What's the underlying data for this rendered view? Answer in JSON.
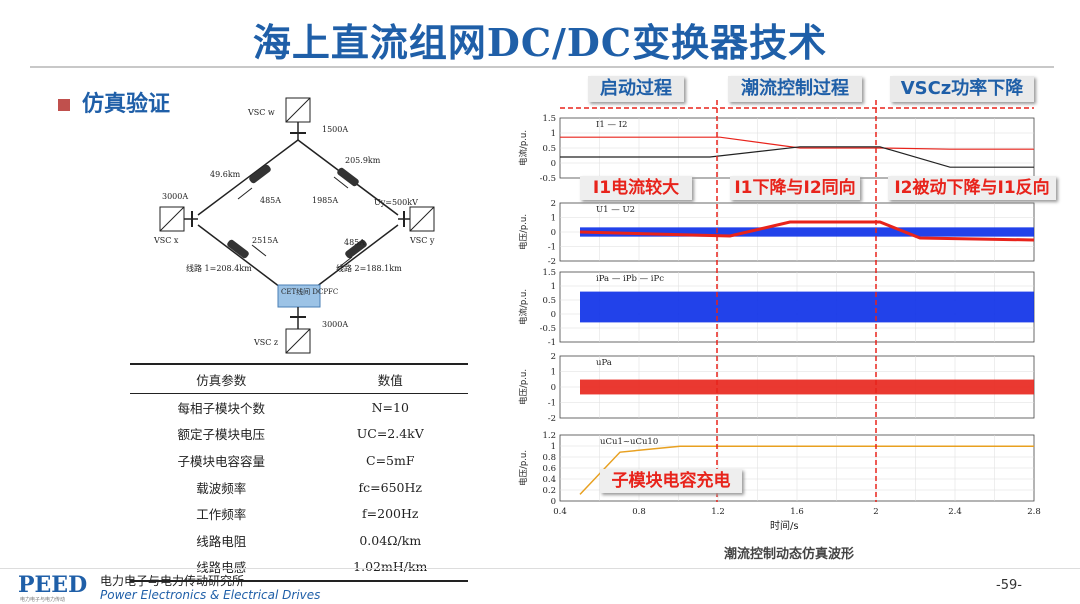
{
  "slide": {
    "title": "海上直流组网DC/DC变换器技术",
    "section": "仿真验证",
    "page_number": "-59-"
  },
  "circuit": {
    "vsc_w": "VSC w",
    "vsc_x": "VSC x",
    "vsc_y": "VSC y",
    "vsc_z": "VSC z",
    "i_w": "1500A",
    "i_x": "3000A",
    "i_z": "3000A",
    "dist_wx": "49.6km",
    "dist_wy": "205.9km",
    "cur_wx": "485A",
    "cur_wy": "1985A",
    "cur_xz": "2515A",
    "cur_yz": "485A",
    "volt_y": "Uy=500kV",
    "line1": "线路 1=208.4km",
    "line2": "线路 2=188.1km",
    "converter": "CET线间 DCPFC"
  },
  "params": {
    "headers": [
      "仿真参数",
      "数值"
    ],
    "rows": [
      [
        "每相子模块个数",
        "N=10"
      ],
      [
        "额定子模块电压",
        "UC=2.4kV"
      ],
      [
        "子模块电容容量",
        "C=5mF"
      ],
      [
        "载波频率",
        "fc=650Hz"
      ],
      [
        "工作频率",
        "f=200Hz"
      ],
      [
        "线路电阻",
        "0.04Ω/km"
      ],
      [
        "线路电感",
        "1.02mH/km"
      ]
    ]
  },
  "phases": {
    "start": "启动过程",
    "flow": "潮流控制过程",
    "vsc": "VSCz功率下降"
  },
  "annotations": {
    "a1": "I1电流较大",
    "a2": "I1下降与I2同向",
    "a3": "I2被动下降与I1反向",
    "a4": "子模块电容充电"
  },
  "waveforms": {
    "caption": "潮流控制动态仿真波形",
    "xlabel": "时间/s",
    "x_ticks": [
      "0.4",
      "0.8",
      "1.2",
      "1.6",
      "2",
      "2.4",
      "2.8"
    ],
    "panels": [
      {
        "ylabel": "电流/p.u.",
        "legend": "I1 — I2",
        "ticks": [
          "1.5",
          "1",
          "0.5",
          "0",
          "-0.5"
        ]
      },
      {
        "ylabel": "电压/p.u.",
        "legend": "U1 — U2",
        "ticks": [
          "2",
          "1",
          "0",
          "-1",
          "-2"
        ]
      },
      {
        "ylabel": "电流/p.u.",
        "legend": "iPa — iPb — iPc",
        "ticks": [
          "1.5",
          "1",
          "0.5",
          "0",
          "-0.5",
          "-1"
        ]
      },
      {
        "ylabel": "电压/p.u.",
        "legend": "uPa",
        "ticks": [
          "2",
          "1",
          "0",
          "-1",
          "-2"
        ]
      },
      {
        "ylabel": "电压/p.u.",
        "legend": "uCu1~uCu10",
        "ticks": [
          "1.2",
          "1",
          "0.8",
          "0.6",
          "0.4",
          "0.2",
          "0"
        ]
      }
    ]
  },
  "footer": {
    "logo": "PEED",
    "logo_sub": "电力电子与电力传动",
    "org_cn": "电力电子与电力传动研究所",
    "org_en": "Power Electronics & Electrical Drives"
  },
  "colors": {
    "title_blue": "#1f5fa8",
    "accent_red": "#e8231b",
    "wave_blue": "#0a2ee8",
    "wave_orange": "#e8a020"
  }
}
